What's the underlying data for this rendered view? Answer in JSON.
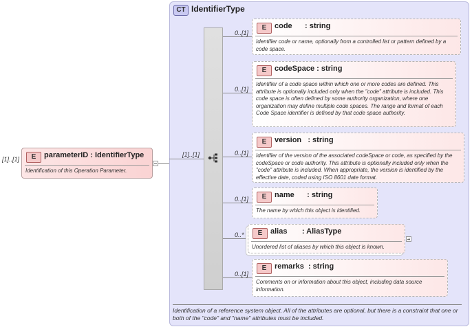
{
  "root": {
    "cardinality": "[1]..[1]",
    "badge": "E",
    "name": "parameterID",
    "type": ": IdentifierType",
    "description": "Identification of this Operation Parameter."
  },
  "complex_type": {
    "badge": "CT",
    "name": "IdentifierType",
    "sequence_cardinality": "[1]..[1]",
    "description": "Identification of a reference system object. All of the attributes are optional, but there is a constraint that one or both of the \"code\" and \"name\" attributes must be included."
  },
  "elements": [
    {
      "badge": "E",
      "name": "code",
      "type": ": string",
      "cardinality": "0..[1]",
      "description": "Identifier code or name, optionally from a controlled list or pattern defined by a code space."
    },
    {
      "badge": "E",
      "name": "codeSpace",
      "type": ": string",
      "cardinality": "0..[1]",
      "description": "Identifier of a code space within which one or more codes are defined. This attribute is optionally included only when the \"code\" attribute is included. This code space is often defined by some authority organization, where one organization may define multiple code spaces. The range and format of each Code Space identifier is defined by that code space authority."
    },
    {
      "badge": "E",
      "name": "version",
      "type": ": string",
      "cardinality": "0..[1]",
      "description": "Identifier of the version of the associated codeSpace or code, as specified by the codeSpace or code authority. This attribute is optionally included only when the \"code\" attribute is included. When appropriate, the version is identified by the effective date, coded using ISO 8601 date format."
    },
    {
      "badge": "E",
      "name": "name",
      "type": ": string",
      "cardinality": "0..[1]",
      "description": "The name by which this object is identified."
    },
    {
      "badge": "E",
      "name": "alias",
      "type": ": AliasType",
      "cardinality": "0..*",
      "description": "Unordered list of aliases by which this object is known."
    },
    {
      "badge": "E",
      "name": "remarks",
      "type": ": string",
      "cardinality": "0..[1]",
      "description": "Comments on or information about this object, including data source information."
    }
  ]
}
